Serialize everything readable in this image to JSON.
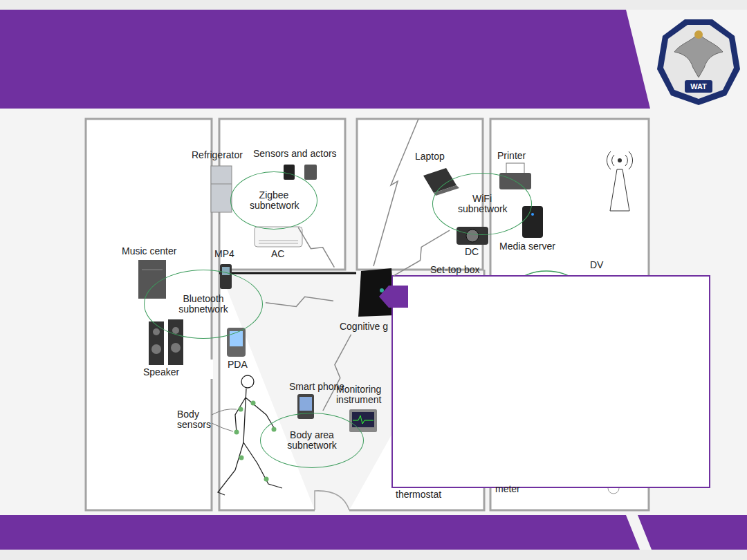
{
  "diagram": {
    "nodes": [
      {
        "text": [
          "Zigbee subnetwork"
        ]
      },
      {
        "text": [
          "WiFi subnetwork"
        ]
      },
      {
        "text": [
          "Bluetooth subnetwork"
        ]
      },
      {
        "text": [
          "Cognitive g"
        ]
      },
      {
        "text": [
          "Body area subnetwork"
        ]
      }
    ],
    "edges": [
      {
        "from": 0,
        "to": 3,
        "arrow": "none"
      },
      {
        "from": 1,
        "to": 3,
        "arrow": "none"
      },
      {
        "from": 2,
        "to": 3,
        "arrow": "none"
      },
      {
        "from": 4,
        "to": 3,
        "arrow": "none"
      }
    ],
    "labels": [
      "Refrigerator",
      "Sensors and actors",
      "AC",
      "Laptop",
      "Printer",
      "DC",
      "Media server",
      "Music center",
      "MP4",
      "Speaker",
      "PDA",
      "Set-top box",
      "DV",
      "Smart phone",
      "Monitoring instrument",
      "Body sensors",
      "thermostat",
      "meter",
      "WAT"
    ]
  }
}
